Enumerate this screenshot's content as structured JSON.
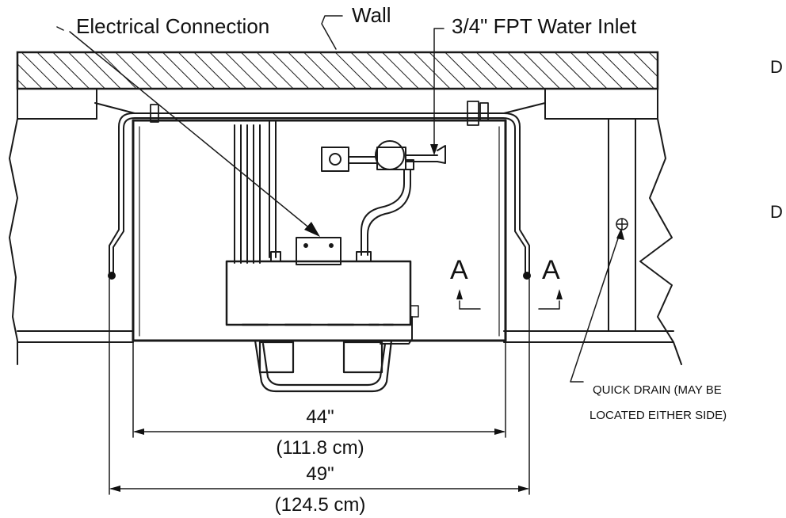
{
  "labels": {
    "electrical_connection": "Electrical Connection",
    "wall": "Wall",
    "water_inlet": "3/4\" FPT Water Inlet",
    "section_left": "A",
    "section_right": "A",
    "quick_drain_line1": "QUICK DRAIN (MAY BE",
    "quick_drain_line2": "LOCATED EITHER SIDE)",
    "edge_letter_top": "D",
    "edge_letter_mid": "D"
  },
  "dimensions": {
    "inner_imperial": "44\"",
    "inner_metric": "(111.8 cm)",
    "outer_imperial": "49\"",
    "outer_metric": "(124.5 cm)"
  }
}
